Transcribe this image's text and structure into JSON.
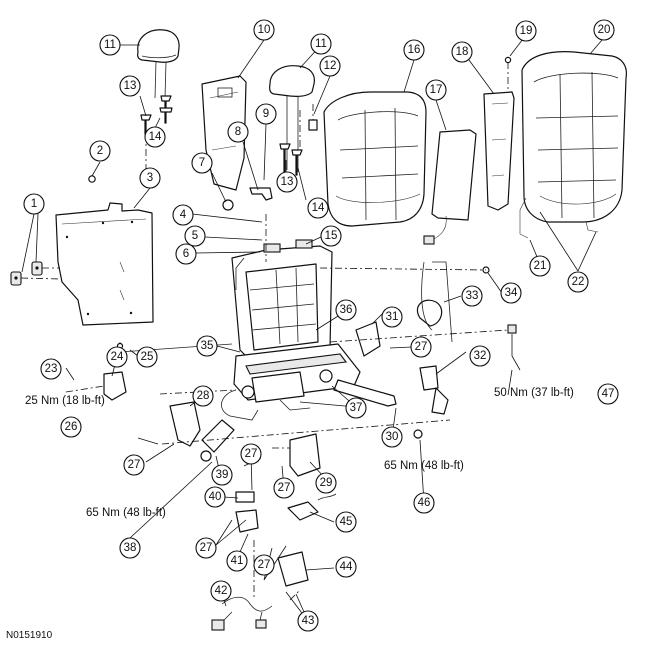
{
  "figure_code": "N0151910",
  "callouts": {
    "c1": "1",
    "c2": "2",
    "c3": "3",
    "c4": "4",
    "c5": "5",
    "c6": "6",
    "c7": "7",
    "c8": "8",
    "c9": "9",
    "c10": "10",
    "c11a": "11",
    "c11b": "11",
    "c12": "12",
    "c13a": "13",
    "c13b": "13",
    "c14a": "14",
    "c14b": "14",
    "c15": "15",
    "c16": "16",
    "c17": "17",
    "c18": "18",
    "c19": "19",
    "c20": "20",
    "c21": "21",
    "c22": "22",
    "c23": "23",
    "c24": "24",
    "c25": "25",
    "c26": "26",
    "c27a": "27",
    "c27b": "27",
    "c27c": "27",
    "c27d": "27",
    "c27e": "27",
    "c28": "28",
    "c29": "29",
    "c30": "30",
    "c31": "31",
    "c32": "32",
    "c33": "33",
    "c34": "34",
    "c35": "35",
    "c36": "36",
    "c37": "37",
    "c38": "38",
    "c39": "39",
    "c40": "40",
    "c41": "41",
    "c42": "42",
    "c43": "43",
    "c44": "44",
    "c45": "45",
    "c46": "46",
    "c47": "47"
  },
  "torque_labels": {
    "t26": "25 Nm (18 lb-ft)",
    "t38": "65 Nm (48 lb-ft)",
    "t46": "65 Nm (48 lb-ft)",
    "t47": "50 Nm (37 lb-ft)"
  }
}
